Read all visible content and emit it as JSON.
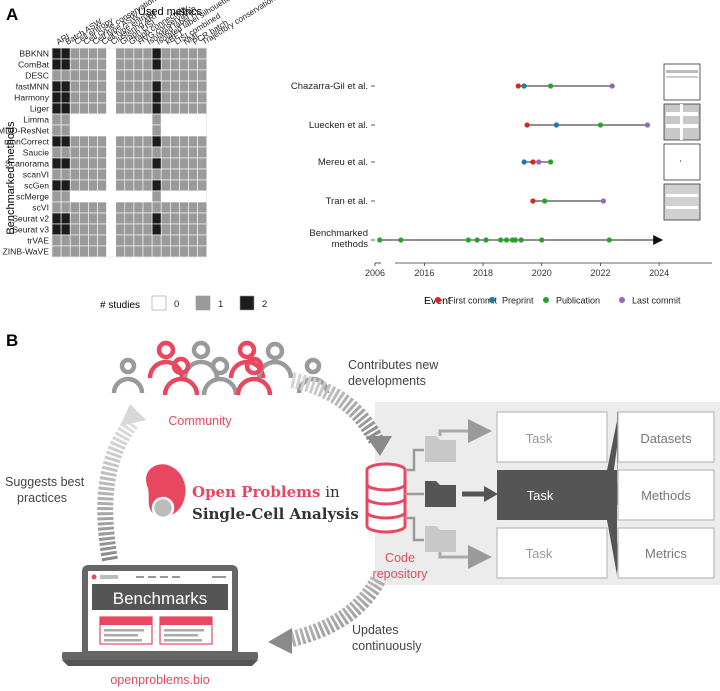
{
  "panel_a": {
    "label": "A",
    "heatmap_title": "Used metrics",
    "y_axis_label": "Benchmarked methods",
    "metrics": [
      "ARI",
      "Batch ASW",
      "Cell entropy",
      "Cell cycle conservation",
      "Cell type ASW",
      "Cell type entropy",
      "Clustering ARI",
      "Graph LISI",
      "Graph connectivity",
      "HVG conservation",
      "Isolated label F1",
      "Isolated label silhouette",
      "kBET",
      "LISI combined",
      "NMI",
      "PCR batch",
      "Trajectory conservation"
    ],
    "methods": [
      "BBKNN",
      "ComBat",
      "DESC",
      "fastMNN",
      "Harmony",
      "Liger",
      "Limma",
      "MDD-ResNet",
      "mnnCorrect",
      "Saucie",
      "Scanorama",
      "scanVI",
      "scGen",
      "scMerge",
      "scVI",
      "Seurat v2",
      "Seurat v3",
      "trVAE",
      "ZINB-WaVE"
    ],
    "studies_matrix": [
      [
        2,
        2,
        1,
        1,
        1,
        1,
        0,
        1,
        1,
        1,
        1,
        2,
        1,
        1,
        1,
        1,
        1
      ],
      [
        2,
        2,
        1,
        1,
        1,
        1,
        0,
        1,
        1,
        1,
        1,
        2,
        1,
        1,
        1,
        1,
        1
      ],
      [
        1,
        1,
        1,
        1,
        1,
        1,
        0,
        1,
        1,
        1,
        1,
        1,
        1,
        1,
        1,
        1,
        1
      ],
      [
        2,
        2,
        1,
        1,
        1,
        1,
        0,
        1,
        1,
        1,
        1,
        2,
        1,
        1,
        1,
        1,
        1
      ],
      [
        2,
        2,
        1,
        1,
        1,
        1,
        0,
        1,
        1,
        1,
        1,
        2,
        1,
        1,
        1,
        1,
        1
      ],
      [
        2,
        2,
        1,
        1,
        1,
        1,
        0,
        1,
        1,
        1,
        1,
        2,
        1,
        1,
        1,
        1,
        1
      ],
      [
        1,
        1,
        0,
        0,
        0,
        0,
        0,
        0,
        0,
        0,
        0,
        1,
        0,
        0,
        0,
        0,
        0
      ],
      [
        1,
        1,
        0,
        0,
        0,
        0,
        0,
        0,
        0,
        0,
        0,
        1,
        0,
        0,
        0,
        0,
        0
      ],
      [
        2,
        2,
        1,
        1,
        1,
        1,
        0,
        1,
        1,
        1,
        1,
        2,
        1,
        1,
        1,
        1,
        1
      ],
      [
        1,
        1,
        1,
        1,
        1,
        1,
        0,
        1,
        1,
        1,
        1,
        1,
        1,
        1,
        1,
        1,
        1
      ],
      [
        2,
        2,
        1,
        1,
        1,
        1,
        0,
        1,
        1,
        1,
        1,
        2,
        1,
        1,
        1,
        1,
        1
      ],
      [
        1,
        1,
        1,
        1,
        1,
        1,
        0,
        1,
        1,
        1,
        1,
        1,
        1,
        1,
        1,
        1,
        1
      ],
      [
        2,
        2,
        1,
        1,
        1,
        1,
        0,
        1,
        1,
        1,
        1,
        2,
        1,
        1,
        1,
        1,
        1
      ],
      [
        1,
        1,
        0,
        0,
        0,
        0,
        0,
        0,
        0,
        0,
        0,
        1,
        0,
        0,
        0,
        0,
        0
      ],
      [
        1,
        1,
        1,
        1,
        1,
        1,
        0,
        1,
        1,
        1,
        1,
        1,
        1,
        1,
        1,
        1,
        1
      ],
      [
        2,
        2,
        1,
        1,
        1,
        1,
        0,
        1,
        1,
        1,
        1,
        2,
        1,
        1,
        1,
        1,
        1
      ],
      [
        2,
        2,
        1,
        1,
        1,
        1,
        0,
        1,
        1,
        1,
        1,
        2,
        1,
        1,
        1,
        1,
        1
      ],
      [
        1,
        1,
        1,
        1,
        1,
        1,
        0,
        1,
        1,
        1,
        1,
        1,
        1,
        1,
        1,
        1,
        1
      ],
      [
        1,
        1,
        1,
        1,
        1,
        1,
        0,
        1,
        1,
        1,
        1,
        1,
        1,
        1,
        1,
        1,
        1
      ]
    ],
    "legend_title": "# studies",
    "legend_levels": [
      "0",
      "1",
      "2"
    ],
    "legend_colors": [
      "#ffffff",
      "#9a9a9a",
      "#1c1c1c"
    ]
  },
  "chart_data": {
    "type": "scatter",
    "x_ticks": [
      "2006",
      "2016",
      "2018",
      "2020",
      "2022",
      "2024"
    ],
    "xlim": [
      2015.0,
      2025.8
    ],
    "rows": [
      {
        "label": "Chazarra-Gil et al.",
        "events": [
          {
            "event": "First commit",
            "x": 2019.2
          },
          {
            "event": "Preprint",
            "x": 2019.4
          },
          {
            "event": "Publication",
            "x": 2020.3
          },
          {
            "event": "Last commit",
            "x": 2022.4
          }
        ]
      },
      {
        "label": "Luecken et al.",
        "events": [
          {
            "event": "First commit",
            "x": 2019.5
          },
          {
            "event": "Preprint",
            "x": 2020.5
          },
          {
            "event": "Publication",
            "x": 2022.0
          },
          {
            "event": "Last commit",
            "x": 2023.6
          }
        ]
      },
      {
        "label": "Mereu et al.",
        "events": [
          {
            "event": "Preprint",
            "x": 2019.4
          },
          {
            "event": "First commit",
            "x": 2019.7
          },
          {
            "event": "Last commit",
            "x": 2019.9
          },
          {
            "event": "Publication",
            "x": 2020.3
          }
        ]
      },
      {
        "label": "Tran et al.",
        "events": [
          {
            "event": "First commit",
            "x": 2019.7
          },
          {
            "event": "Publication",
            "x": 2020.1
          },
          {
            "event": "Last commit",
            "x": 2022.1
          }
        ]
      },
      {
        "label": "Benchmarked methods",
        "events": [
          {
            "event": "Publication",
            "x": 2006.4
          },
          {
            "event": "Publication",
            "x": 2015.2
          },
          {
            "event": "Publication",
            "x": 2017.5
          },
          {
            "event": "Publication",
            "x": 2017.8
          },
          {
            "event": "Publication",
            "x": 2018.1
          },
          {
            "event": "Publication",
            "x": 2018.6
          },
          {
            "event": "Publication",
            "x": 2018.8
          },
          {
            "event": "Publication",
            "x": 2019.0
          },
          {
            "event": "Publication",
            "x": 2019.1
          },
          {
            "event": "Publication",
            "x": 2019.3
          },
          {
            "event": "Publication",
            "x": 2020.0
          },
          {
            "event": "Publication",
            "x": 2022.3
          }
        ]
      }
    ],
    "legend_title": "Event",
    "legend": [
      {
        "name": "First commit",
        "color": "#d62728"
      },
      {
        "name": "Preprint",
        "color": "#1f77b4"
      },
      {
        "name": "Publication",
        "color": "#2ca02c"
      },
      {
        "name": "Last commit",
        "color": "#9467bd"
      }
    ]
  },
  "panel_b": {
    "label": "B",
    "community_label": "Community",
    "contributes_label": [
      "Contributes new",
      "developments"
    ],
    "suggests_label": [
      "Suggests best",
      "practices"
    ],
    "updates_label": [
      "Updates",
      "continuously"
    ],
    "logo_title_red": "Open Problems",
    "logo_title_in": " in",
    "logo_title_line2": "Single-Cell Analysis",
    "code_repository_label": [
      "Code",
      "repository"
    ],
    "tasks": [
      "Task",
      "Task",
      "Task"
    ],
    "components": [
      "Datasets",
      "Methods",
      "Metrics"
    ],
    "benchmarks_label": "Benchmarks",
    "website_label": "openproblems.bio",
    "accent_color": "#e8475f"
  }
}
